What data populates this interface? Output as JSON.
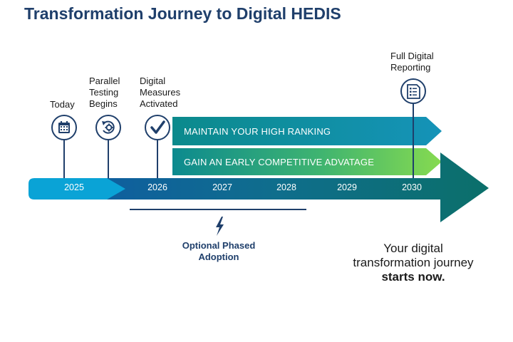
{
  "title": "Transformation Journey to Digital HEDIS",
  "milestones": [
    {
      "lines": [
        "Today"
      ],
      "icon": "calendar-icon"
    },
    {
      "lines": [
        "Parallel",
        "Testing",
        "Begins"
      ],
      "icon": "cycle-gear-icon"
    },
    {
      "lines": [
        "Digital",
        "Measures",
        "Activated"
      ],
      "icon": "checkmark-icon"
    },
    {
      "lines": [
        "Full Digital",
        "Reporting"
      ],
      "icon": "report-document-icon"
    }
  ],
  "banners": {
    "maintain": "MAINTAIN YOUR HIGH RANKING",
    "gain": "GAIN AN EARLY COMPETITIVE ADVATAGE"
  },
  "years": [
    "2025",
    "2026",
    "2027",
    "2028",
    "2029",
    "2030"
  ],
  "optional": {
    "lines": [
      "Optional Phased",
      "Adoption"
    ],
    "icon": "lightning-bolt-icon"
  },
  "tagline": {
    "line1": "Your digital",
    "line2": "transformation journey",
    "line3": "starts now."
  },
  "colors": {
    "title": "#1f3f6b",
    "navy": "#1f3f6b",
    "light_blue": "#0aa3d6",
    "teal": "#0e8f9c",
    "dark_teal": "#0b6f6a",
    "green": "#7dd64b"
  }
}
